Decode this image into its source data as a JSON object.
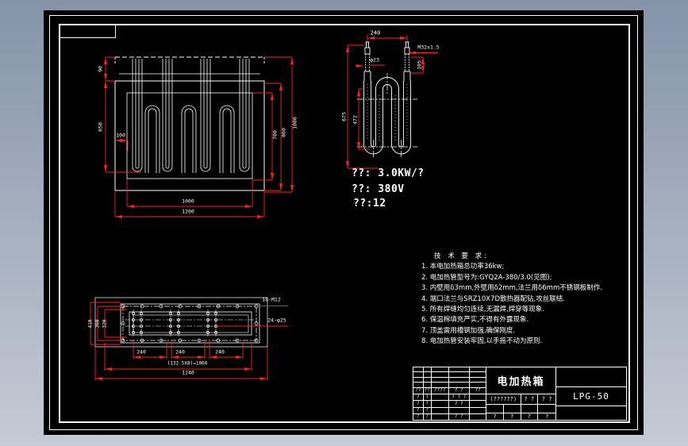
{
  "app": {
    "background_top": "#8494a9",
    "background_bottom": "#c6cad5",
    "canvas_color": "#000000",
    "line_color": "#ffffff",
    "dimension_color": "#ff0000"
  },
  "front_view": {
    "dim_lid": "90",
    "dim_height": "650",
    "dim_offset": "100",
    "dim_inner_h": "700",
    "dim_mid_h": "860",
    "dim_total_h": "1080",
    "dim_inner_w": "1000",
    "dim_outer_w": "1200"
  },
  "element_view": {
    "dim_pitch": "240",
    "thread_label": "M32x1.5",
    "dia_label": "φ23",
    "dim_thread_len": "105",
    "dim_total": "675",
    "dim_inner": "472"
  },
  "specs": {
    "power": "??: 3.0KW/?",
    "voltage": "??: 380V",
    "qty": "??:12"
  },
  "tech": {
    "title": "技 术 要 求:",
    "items": [
      "1. 本电加热箱总功率36kw;",
      "2. 电加热管型号为:GYQ2A-380/3.0(见图);",
      "3. 内壁用δ3mm,外壁用δ2mm,法兰用δ6mm不锈钢板制作.",
      "4. 端口法兰与SRZ10X7D散热器配钻,攻丝联结.",
      "5. 所有焊缝均匀连续,无漏焊,焊穿等现象.",
      "6. 保温棉填充严实,不得有外露现象.",
      "7. 顶盖需用槽钢加强,确保刚度.",
      "8. 电加热管安装牢固,以手摇不动为原则."
    ]
  },
  "flange_view": {
    "label_bolts": "18-M12",
    "label_holes": "24-φ25",
    "dim_pitch_1": "240",
    "dim_pitch_2": "240",
    "dim_pitch_3": "240",
    "dim_formula": "(132.5X8)=1060",
    "dim_overall": "1240",
    "dim_left_outer": "410",
    "dim_left_mid": "360",
    "dim_left_inner": "320"
  },
  "title_block": {
    "product_name": "电加热箱",
    "subtitle": "(??????)",
    "model": "LPG-50",
    "left_rows": [
      [
        "??",
        "??",
        "????",
        "? ?",
        "??"
      ],
      [
        "?",
        "?",
        "",
        "? ? ?",
        ""
      ],
      [
        "?",
        "?",
        "",
        "? ?",
        ""
      ],
      [
        "?",
        "?",
        "",
        "",
        ""
      ],
      [
        "?",
        "?",
        "",
        "? ?",
        ""
      ]
    ],
    "mid_cells": [
      "? ?",
      "? ?"
    ],
    "bottom_cells": [
      "?",
      "?",
      "?",
      "?"
    ]
  }
}
